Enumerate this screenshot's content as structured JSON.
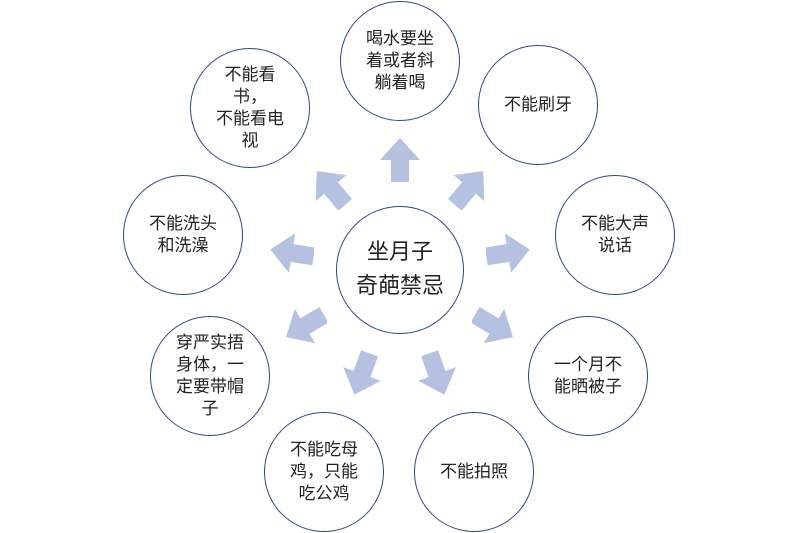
{
  "center": {
    "label": "坐月子\n奇葩禁忌"
  },
  "nodes": [
    {
      "id": "drink-water",
      "label": "喝水要坐\n着或者斜\n躺着喝"
    },
    {
      "id": "no-brushing",
      "label": "不能刷牙"
    },
    {
      "id": "no-loud-talking",
      "label": "不能大声\n说话"
    },
    {
      "id": "no-sunning-quilt",
      "label": "一个月不\n能晒被子"
    },
    {
      "id": "no-photos",
      "label": "不能拍照"
    },
    {
      "id": "rooster-only",
      "label": "不能吃母\n鸡，只能\n吃公鸡"
    },
    {
      "id": "wear-hat",
      "label": "穿严实捂\n身体，一\n定要带帽\n子"
    },
    {
      "id": "no-washing",
      "label": "不能洗头\n和洗澡"
    },
    {
      "id": "no-reading-tv",
      "label": "不能看书，\n不能看电\n视"
    }
  ],
  "colors": {
    "circle_border": "#2f4a7a",
    "arrow_fill": "#b4c1e0",
    "text": "#222222"
  },
  "icons": {
    "arrow": "outward-arrow-icon"
  }
}
